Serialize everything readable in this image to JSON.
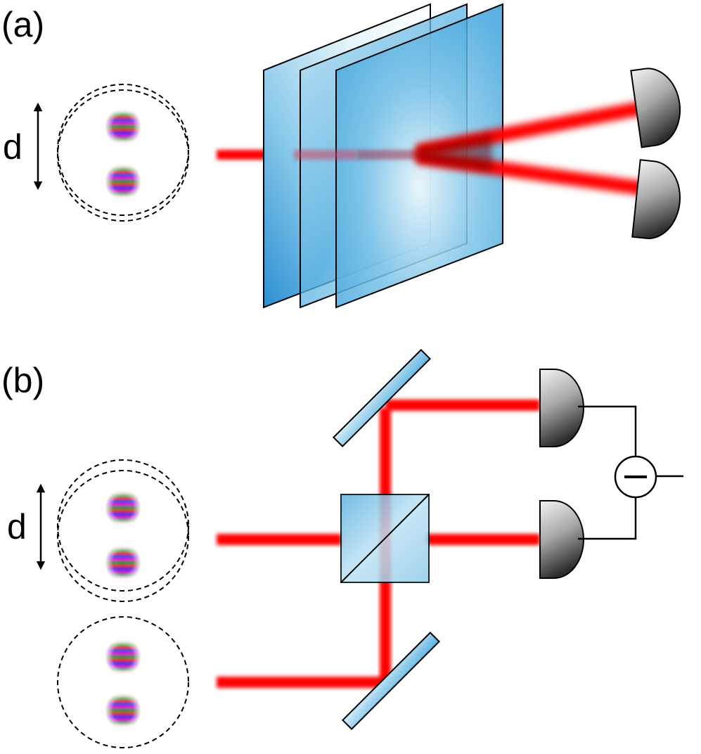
{
  "panels": {
    "a": {
      "label": "(a)",
      "d_label": "d"
    },
    "b": {
      "label": "(b)",
      "d_label": "d"
    }
  },
  "colors": {
    "beam": "#ff0000",
    "glass_dark": "#2e97d6",
    "glass_light": "#e8f5fc",
    "detector_light": "#f2f2f2",
    "detector_dark": "#333333",
    "outline": "#000000"
  },
  "icons": {
    "detector": "photodetector-icon",
    "subtractor": "minus-circle-icon",
    "beam_splitter": "beam-splitter-cube-icon",
    "mirror": "mirror-icon",
    "phase_plate": "phase-plate-icon",
    "mode_profile": "interference-pattern-icon"
  }
}
